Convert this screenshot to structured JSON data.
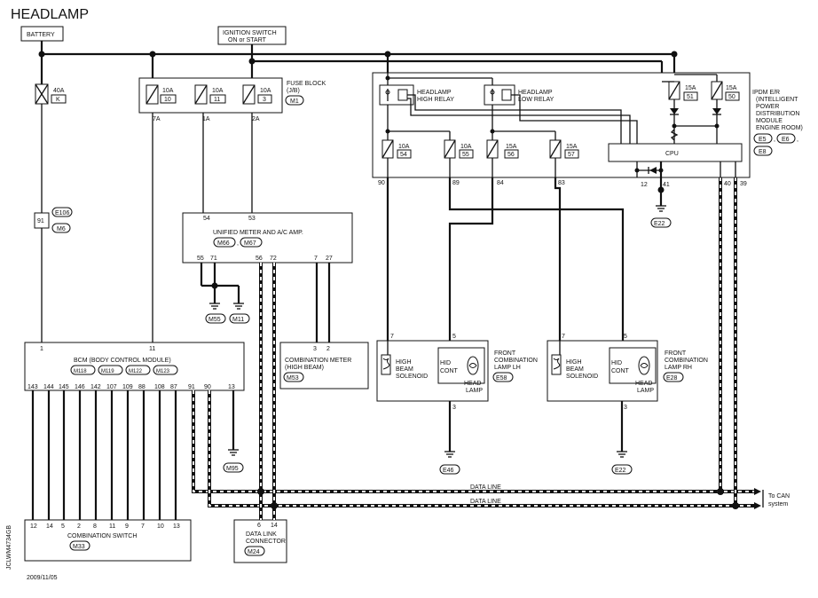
{
  "title": "HEADLAMP",
  "date": "2009/11/05",
  "side_code": "JCLWM4734GB",
  "battery": "BATTERY",
  "ignition": {
    "line1": "IGNITION SWITCH",
    "line2": "ON or START"
  },
  "fuse_40a": {
    "rating": "40A",
    "id": "K"
  },
  "fuse_block": {
    "label1": "FUSE BLOCK",
    "label2": "(J/B)",
    "connector": "M1",
    "fuses": [
      {
        "rating": "10A",
        "id": "10",
        "pin": "7A"
      },
      {
        "rating": "10A",
        "id": "11",
        "pin": "1A"
      },
      {
        "rating": "10A",
        "id": "3",
        "pin": "2A"
      }
    ]
  },
  "ipdm": {
    "lines": [
      "IPDM E/R",
      "(INTELLIGENT",
      "POWER",
      "DISTRIBUTION",
      "MODULE",
      "ENGINE ROOM)"
    ],
    "connectors": [
      "E5",
      "E6",
      "E8"
    ],
    "relay_high": {
      "line1": "HEADLAMP",
      "line2": "HIGH RELAY"
    },
    "relay_low": {
      "line1": "HEADLAMP",
      "line2": "LOW RELAY"
    },
    "fuses": [
      {
        "rating": "10A",
        "id": "54",
        "pin": "90"
      },
      {
        "rating": "10A",
        "id": "55",
        "pin": "89"
      },
      {
        "rating": "15A",
        "id": "56",
        "pin": "84"
      },
      {
        "rating": "15A",
        "id": "57",
        "pin": "83"
      }
    ],
    "top_fuses": [
      {
        "rating": "15A",
        "id": "51"
      },
      {
        "rating": "15A",
        "id": "50"
      }
    ],
    "cpu": "CPU",
    "pins": {
      "p12": "12",
      "p41": "41",
      "p40": "40",
      "p39": "39"
    },
    "ground": "E22"
  },
  "joint": {
    "pin": "91",
    "conn1": "E106",
    "conn2": "M6"
  },
  "meter": {
    "label": "UNIFIED METER AND A/C AMP.",
    "connectors": [
      "M66",
      "M67"
    ],
    "pins_top": [
      "54",
      "53"
    ],
    "pins_bottom": [
      "55",
      "71",
      "56",
      "72",
      "7",
      "27"
    ],
    "grounds": [
      "M55",
      "M11"
    ]
  },
  "bcm": {
    "label": "BCM (BODY CONTROL MODULE)",
    "connectors": [
      "M118",
      "M119",
      "M122",
      "M123"
    ],
    "pins_top": [
      "1",
      "11"
    ],
    "pins_bottom": [
      "143",
      "144",
      "145",
      "146",
      "142",
      "107",
      "109",
      "88",
      "108",
      "87",
      "91",
      "90",
      "13"
    ],
    "ground": "M95"
  },
  "combo_meter": {
    "label1": "COMBINATION METER",
    "label2": "(HIGH BEAM)",
    "connector": "M53",
    "pins": [
      "3",
      "2"
    ]
  },
  "combo_switch": {
    "label": "COMBINATION SWITCH",
    "connector": "M33",
    "pins": [
      "12",
      "14",
      "5",
      "2",
      "8",
      "11",
      "9",
      "7",
      "10",
      "13"
    ]
  },
  "dlc": {
    "label1": "DATA LINK",
    "label2": "CONNECTOR",
    "connector": "M24",
    "pins": [
      "6",
      "14"
    ]
  },
  "lamp_lh": {
    "label1": "FRONT",
    "label2": "COMBINATION",
    "label3": "LAMP LH",
    "connector": "E58",
    "pins": [
      "7",
      "5",
      "3"
    ],
    "ground": "E46"
  },
  "lamp_rh": {
    "label1": "FRONT",
    "label2": "COMBINATION",
    "label3": "LAMP RH",
    "connector": "E28",
    "pins": [
      "7",
      "5",
      "3"
    ],
    "ground": "E22"
  },
  "lamp_common": {
    "solenoid1": "HIGH",
    "solenoid2": "BEAM",
    "solenoid3": "SOLENOID",
    "hid1": "HID",
    "hid2": "CONT",
    "head1": "HEAD-",
    "head2": "LAMP"
  },
  "data_line": "DATA LINE",
  "can": {
    "line1": "To CAN",
    "line2": "system"
  }
}
